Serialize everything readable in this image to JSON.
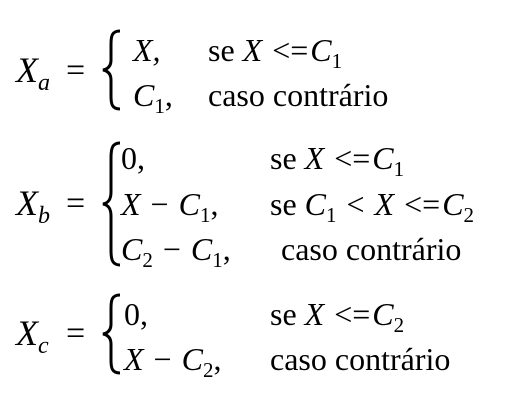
{
  "equations": {
    "xa": {
      "lhs_var": "X",
      "lhs_sub": "a",
      "eq": "=",
      "rows": [
        {
          "val_a": "X,",
          "cond_prefix": "se",
          "cond_var": "X",
          "cond_op": "<=",
          "cond_rhs": "C",
          "cond_rhs_sub": "1"
        },
        {
          "val_a": "C",
          "val_a_sub": "1",
          "val_suffix": ",",
          "cond_text": "caso contrário"
        }
      ]
    },
    "xb": {
      "lhs_var": "X",
      "lhs_sub": "b",
      "eq": "=",
      "rows": [
        {
          "val": "0,",
          "cond_prefix": "se",
          "cond_var": "X",
          "cond_op": "<=",
          "cond_rhs": "C",
          "cond_rhs_sub": "1"
        },
        {
          "val_x": "X",
          "val_minus": "−",
          "val_c": "C",
          "val_c_sub": "1",
          "val_suffix": ",",
          "cond_prefix": "se",
          "cond_c": "C",
          "cond_c_sub": "1",
          "cond_op1": "<",
          "cond_var": "X",
          "cond_op2": "<=",
          "cond_rhs": "C",
          "cond_rhs_sub": "2"
        },
        {
          "val_c2": "C",
          "val_c2_sub": "2",
          "val_minus": "−",
          "val_c1": "C",
          "val_c1_sub": "1",
          "val_suffix": ",",
          "cond_text": "caso contrário"
        }
      ]
    },
    "xc": {
      "lhs_var": "X",
      "lhs_sub": "c",
      "eq": "=",
      "rows": [
        {
          "val": "0,",
          "cond_prefix": "se",
          "cond_var": "X",
          "cond_op": "<=",
          "cond_rhs": "C",
          "cond_rhs_sub": "2"
        },
        {
          "val_x": "X",
          "val_minus": "−",
          "val_c": "C",
          "val_c_sub": "2",
          "val_suffix": ",",
          "cond_text": "caso contrário"
        }
      ]
    }
  }
}
